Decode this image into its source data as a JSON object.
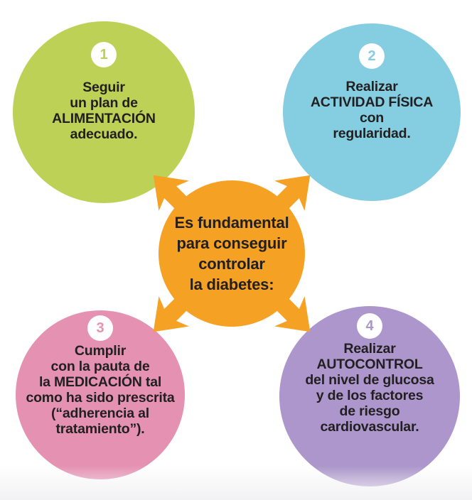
{
  "diagram": {
    "center": {
      "lines": [
        "Es fundamental",
        "para conseguir",
        "controlar",
        "la diabetes:"
      ],
      "color": "#F5A124"
    },
    "circles": [
      {
        "number": "1",
        "color": "#BCD156",
        "lines": [
          "Seguir",
          "un plan de",
          "ALIMENTACIÓN",
          "adecuado."
        ]
      },
      {
        "number": "2",
        "color": "#85CEE1",
        "lines": [
          "Realizar",
          "ACTIVIDAD FÍSICA",
          "con",
          "regularidad."
        ]
      },
      {
        "number": "3",
        "color": "#E592B2",
        "lines": [
          "Cumplir",
          "con la pauta de",
          "la MEDICACIÓN tal",
          "como ha sido prescrita",
          "(“adherencia al",
          "tratamiento”)."
        ]
      },
      {
        "number": "4",
        "color": "#AC96CB",
        "lines": [
          "Realizar",
          "AUTOCONTROL",
          "del nivel de glucosa",
          "y de los factores",
          "de riesgo",
          "cardiovascular."
        ]
      }
    ],
    "text_color": "#221F20",
    "badge_background": "#FFFFFF"
  }
}
